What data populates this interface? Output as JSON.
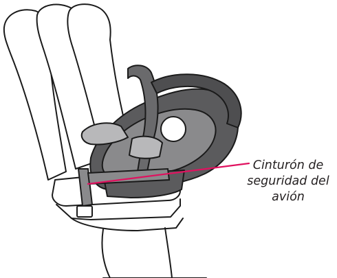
{
  "callout": {
    "lines": [
      "Cinturón de",
      "seguridad del",
      "avión"
    ],
    "line_color": "#e0115f"
  },
  "palette": {
    "seat_outline": "#1a1a1a",
    "seat_fill": "#ffffff",
    "car_seat_dark": "#5b5b5d",
    "car_seat_mid": "#8a8a8c",
    "car_seat_light": "#b8b8ba"
  }
}
